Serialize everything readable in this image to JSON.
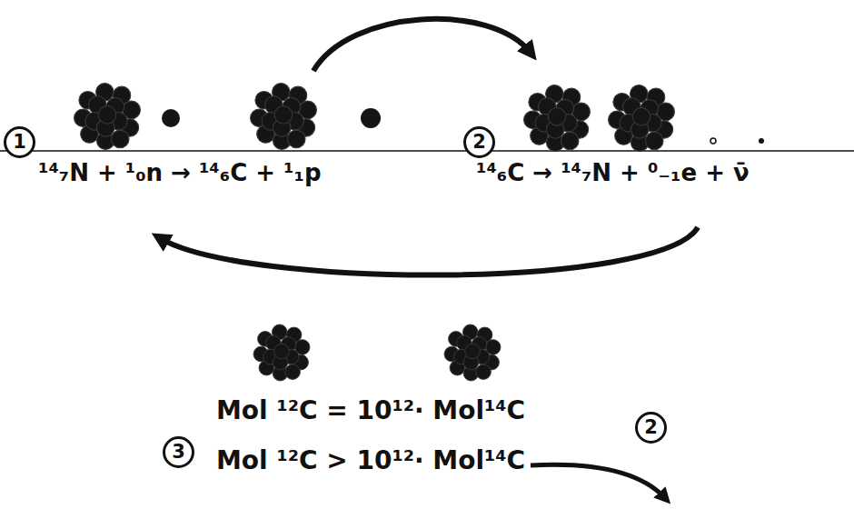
{
  "diagram": {
    "nodes": [
      {
        "text": [
          "1"
        ]
      },
      {
        "text": [
          "2"
        ]
      },
      {
        "text": [
          "3"
        ]
      },
      {
        "text": [
          "2"
        ]
      }
    ],
    "labels": [
      "¹⁴₇N + ¹₀n → ¹⁴₆C + ¹₁p",
      "¹⁴₆C → ¹⁴₇N + ⁰₋₁e + ν̄",
      "Mol ¹²C = 10¹²· Mol¹⁴C",
      "Mol ¹²C > 10¹²· Mol¹⁴C"
    ]
  }
}
